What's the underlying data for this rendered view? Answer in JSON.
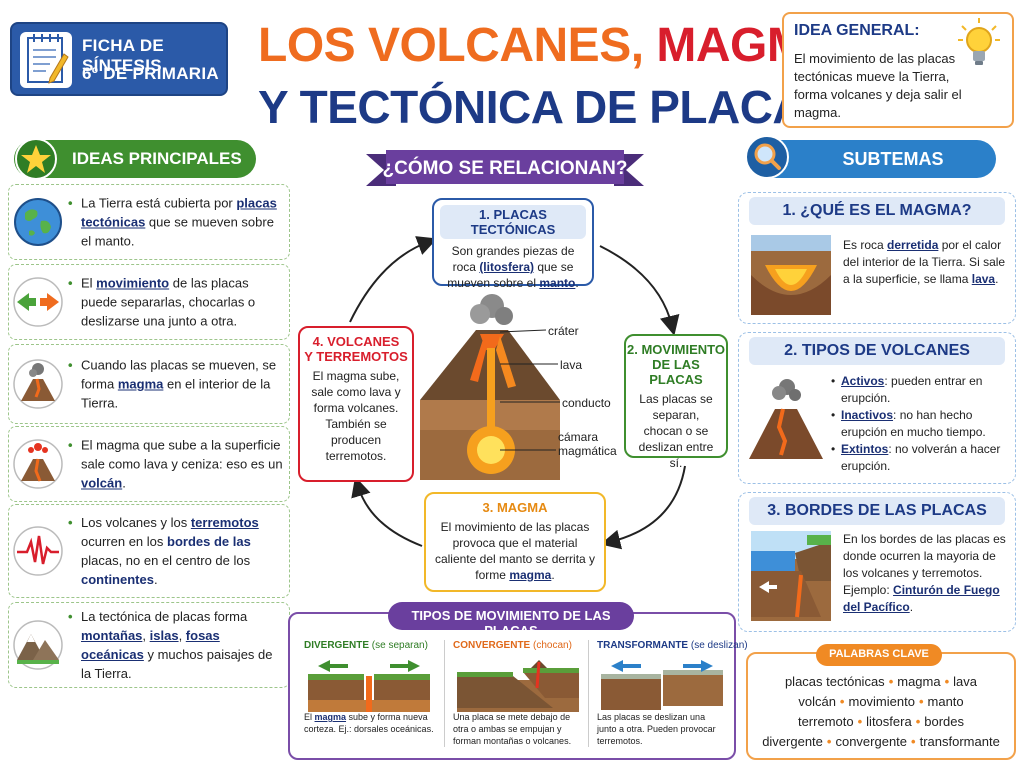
{
  "header": {
    "badge_line1": "FICHA DE SÍNTESIS",
    "badge_line2": "6º DE PRIMARIA",
    "title_part1": "LOS VOLCANES,",
    "title_part2": "MAGMA",
    "title_line2": "Y TECTÓNICA DE PLACAS"
  },
  "idea_general": {
    "heading": "IDEA GENERAL:",
    "body": "El movimiento de las placas tectónicas mueve la Tierra, forma volcanes y deja salir el magma."
  },
  "ideas_principales": {
    "heading": "IDEAS PRINCIPALES",
    "items": [
      {
        "icon": "earth-icon",
        "pre": "La Tierra está cubierta por ",
        "em": "placas tectónicas",
        "post": " que se mueven sobre el manto."
      },
      {
        "icon": "arrows-apart-icon",
        "pre": "El ",
        "em": "movimiento",
        "post": " de las placas puede separarlas, chocarlas o deslizarse una junto a otra."
      },
      {
        "icon": "smoking-volcano-icon",
        "pre": "Cuando las placas se mueven, se forma ",
        "em": "magma",
        "post": " en el interior de la Tierra."
      },
      {
        "icon": "erupting-volcano-icon",
        "pre": "El magma que sube a la superficie sale como lava y ceniza: eso es un ",
        "em": "volcán",
        "post": "."
      },
      {
        "icon": "seismograph-icon",
        "pre": "Los volcanes y los ",
        "em": "terremotos",
        "mid": " ocurren en los ",
        "em2": "bordes de las",
        "post": " placas, no en el centro de los ",
        "em3": "continentes",
        "post2": "."
      },
      {
        "icon": "mountains-icon",
        "pre": "La tectónica de placas forma ",
        "em": "montañas",
        "mid": ", ",
        "em2": "islas",
        "sep": ", ",
        "em3": "fosas oceánicas",
        "post": " y muchos paisajes de la Tierra."
      }
    ]
  },
  "center": {
    "ribbon": "¿CÓMO SE RELACIONAN?",
    "box1": {
      "heading": "1. PLACAS TECTÓNICAS",
      "pre": "Son grandes piezas de roca ",
      "em": "(litosfera)",
      "mid": " que se mueven sobre el ",
      "em2": "manto",
      "post": "."
    },
    "box2": {
      "heading_l1": "2. MOVIMIENTO",
      "heading_l2": "DE LAS PLACAS",
      "body": "Las placas se separan, chocan o se deslizan entre sí."
    },
    "box3": {
      "heading": "3. MAGMA",
      "pre": "El movimiento de las placas provoca que el material caliente del manto se derrita y forme ",
      "em": "magma",
      "post": "."
    },
    "box4": {
      "heading_l1": "4. VOLCANES",
      "heading_l2": "Y TERREMOTOS",
      "body": "El magma sube, sale como lava y forma volcanes. También se producen terremotos."
    },
    "volcano_labels": {
      "crater": "cráter",
      "lava": "lava",
      "conducto": "conducto",
      "camara_l1": "cámara",
      "camara_l2": "magmática"
    }
  },
  "tipos": {
    "heading": "TIPOS DE MOVIMIENTO DE LAS PLACAS",
    "items": [
      {
        "name": "DIVERGENTE",
        "note": "(se separan)",
        "color": "#2f7d25",
        "pre": "El ",
        "em": "magma",
        "post": " sube y forma nueva corteza. Ej.: dorsales oceánicas."
      },
      {
        "name": "CONVERGENTE",
        "note": "(chocan)",
        "color": "#e0691a",
        "pre": "Una placa se mete debajo de otra o ambas se empujan y forman montañas o volcanes.",
        "em": "",
        "post": ""
      },
      {
        "name": "TRANSFORMANTE",
        "note": "(se deslizan)",
        "color": "#1d3a86",
        "pre": "Las placas se deslizan una junto a otra. Pueden provocar terremotos.",
        "em": "",
        "post": ""
      }
    ]
  },
  "subtemas": {
    "heading": "SUBTEMAS",
    "card1": {
      "heading": "1. ¿QUÉ ES EL MAGMA?",
      "pre": "Es roca ",
      "em": "derretida",
      "mid": " por el calor del interior de la Tierra. Si sale a la superficie, se llama ",
      "em2": "lava",
      "post": "."
    },
    "card2": {
      "heading": "2. TIPOS DE VOLCANES",
      "items": [
        {
          "em": "Activos",
          "text": ": pueden entrar en erupción."
        },
        {
          "em": "Inactivos",
          "text": ": no han hecho erupción en mucho tiempo."
        },
        {
          "em": "Extintos",
          "text": ": no volverán a hacer erupción."
        }
      ]
    },
    "card3": {
      "heading": "3. BORDES DE LAS PLACAS",
      "pre": "En los bordes de las placas es donde ocurren la mayoria de los volcanes y terremotos. Ejemplo: ",
      "em": "Cinturón de Fuego del Pacífico",
      "post": "."
    }
  },
  "palabras_clave": {
    "heading": "PALABRAS CLAVE",
    "lines": [
      [
        "placas tectónicas",
        "magma",
        "lava"
      ],
      [
        "volcán",
        "movimiento",
        "manto"
      ],
      [
        "terremoto",
        "litosfera",
        "bordes"
      ],
      [
        "divergente",
        "convergente",
        "transformante"
      ]
    ]
  }
}
